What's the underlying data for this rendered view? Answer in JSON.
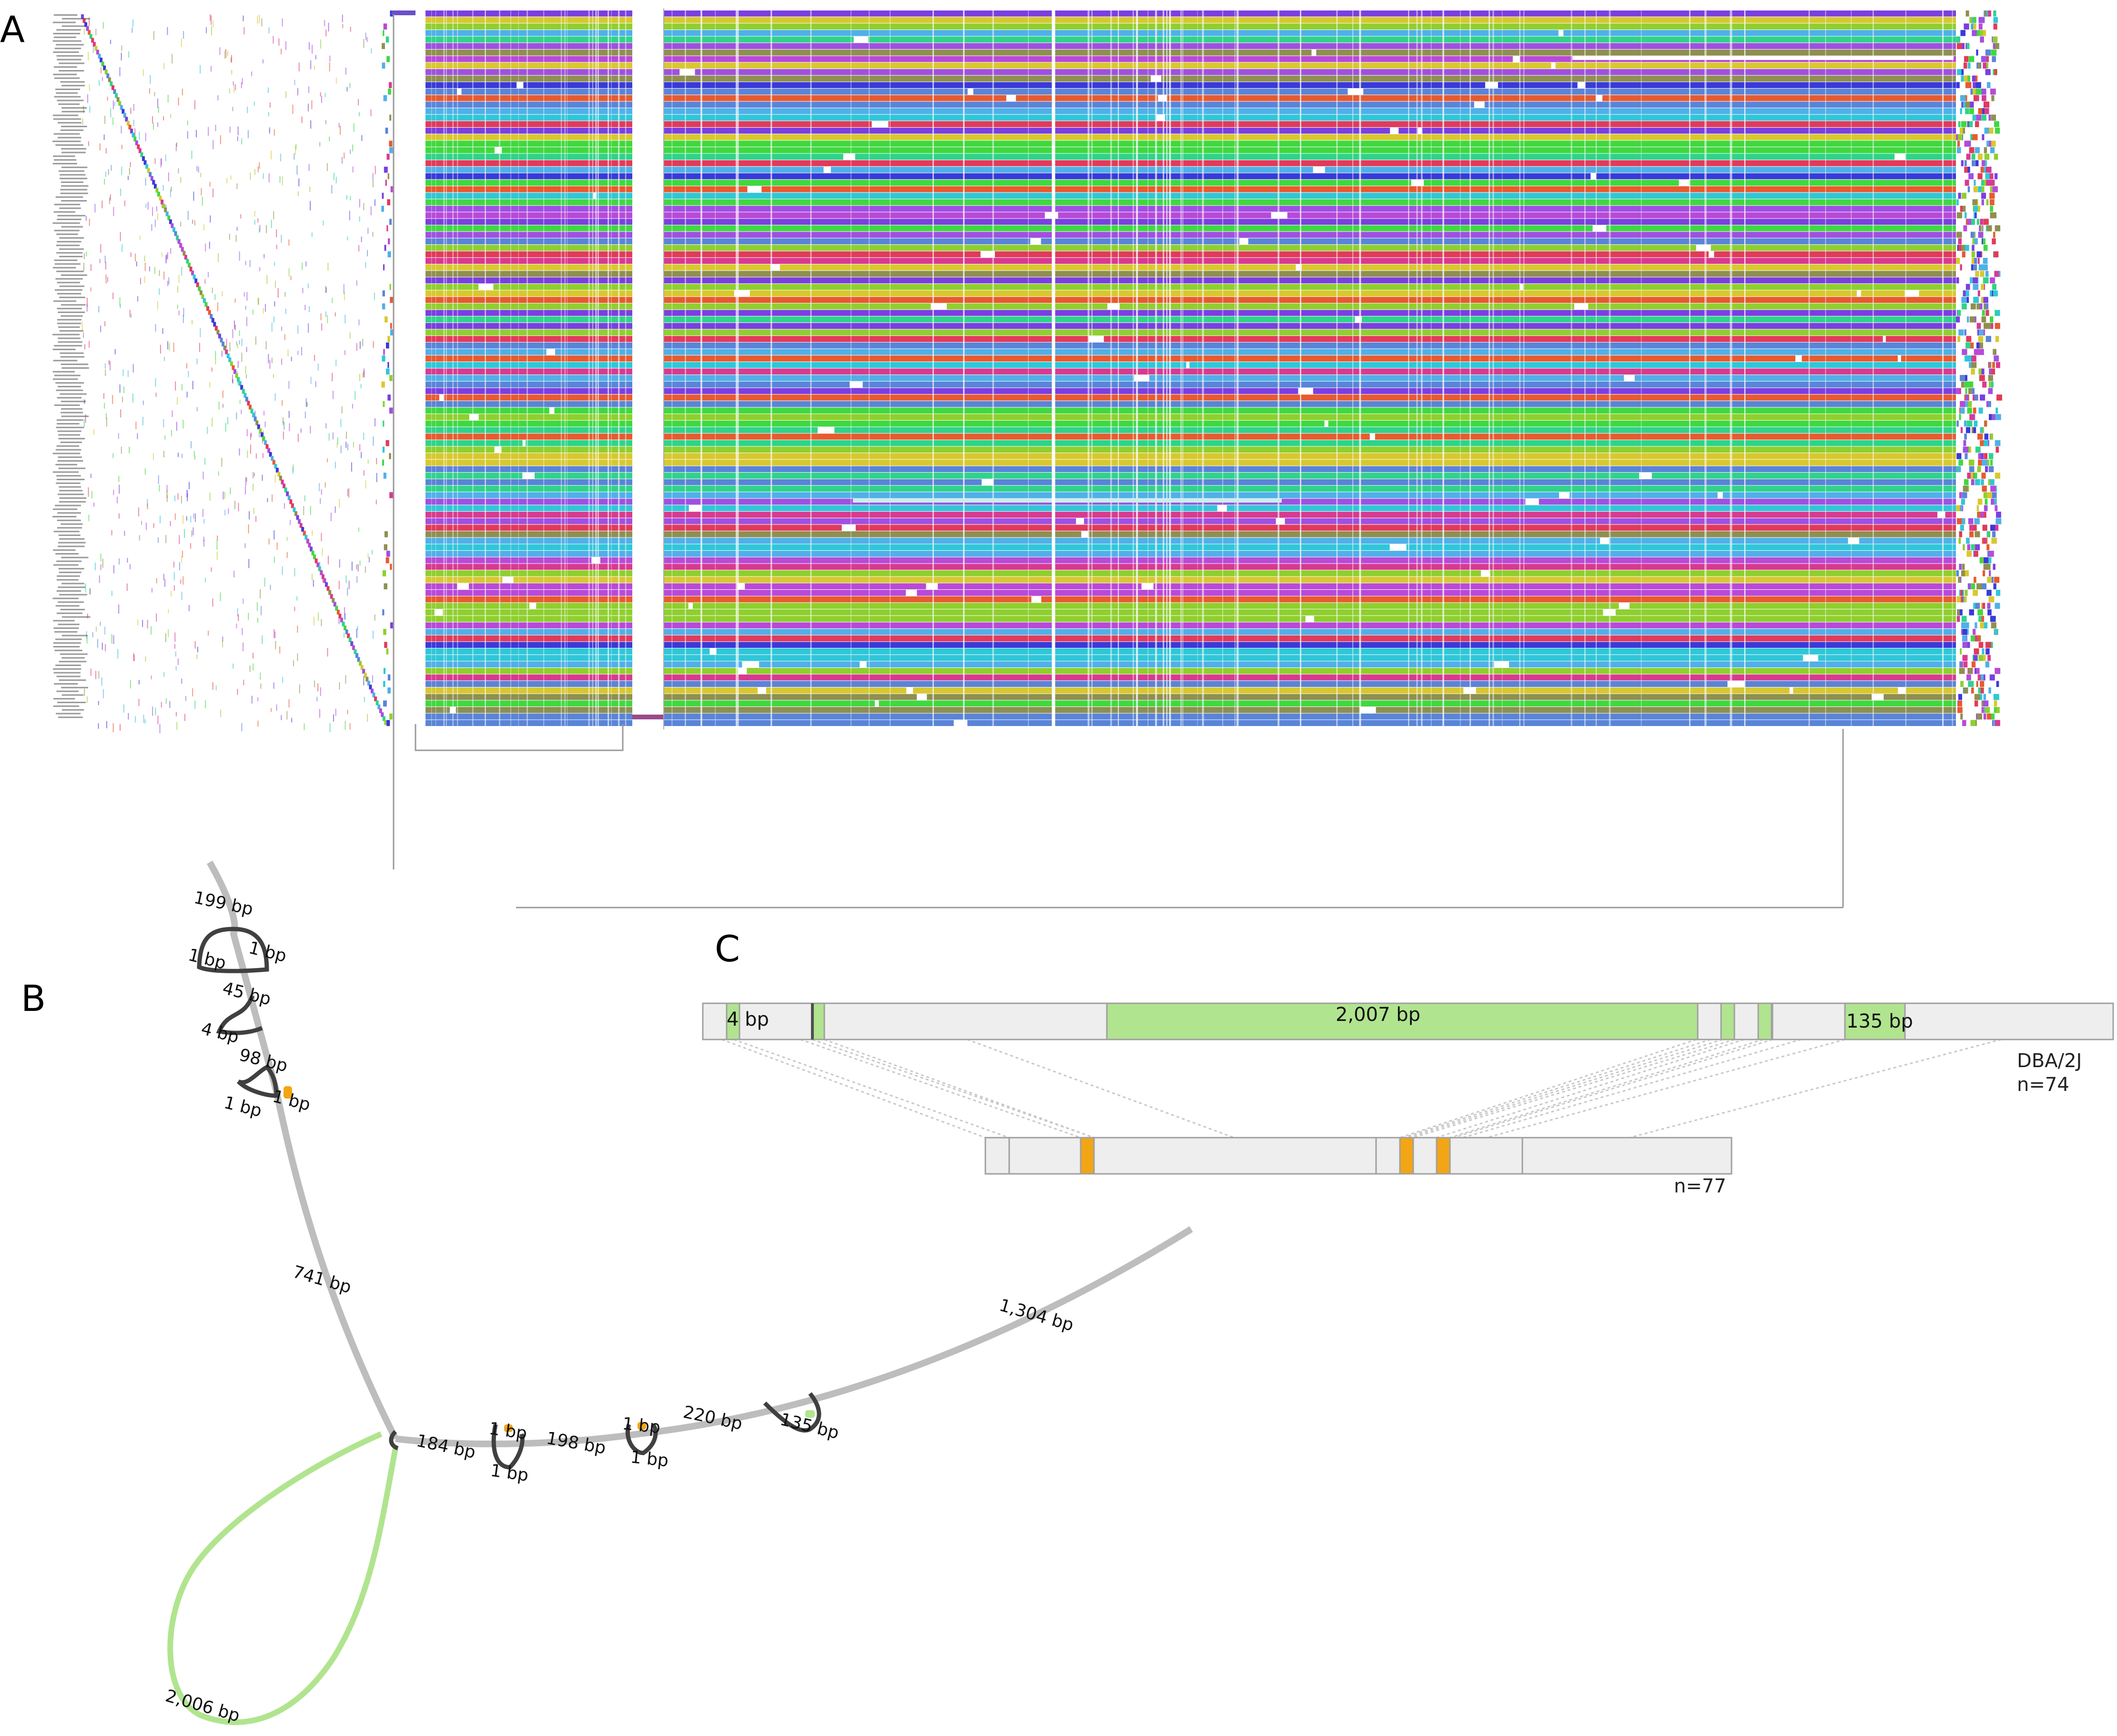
{
  "panels": {
    "a": "A",
    "b": "B",
    "c": "C"
  },
  "colors": {
    "graph_edge": "#bdbdbd",
    "graph_loop": "#b1e48f",
    "bubble": "#404040",
    "highlight": "#f2a515",
    "segment_fill": "#eeeeee",
    "segment_stroke": "#a0a0a0",
    "connector": "#c8c8c8",
    "track_palette": [
      "#7b3fe0",
      "#3a3ad8",
      "#e23a5a",
      "#2fd38a",
      "#8fcf2f",
      "#5a84d8",
      "#b84ad8",
      "#d8c82f",
      "#d83a8f",
      "#2fc7d8",
      "#8f8f50",
      "#e85a2f",
      "#50b0e8",
      "#a050e0",
      "#40d840"
    ]
  },
  "panel_b": {
    "edges": [
      {
        "id": "e199",
        "label": "199 bp"
      },
      {
        "id": "e1a",
        "label": "1 bp"
      },
      {
        "id": "e1b",
        "label": "1 bp"
      },
      {
        "id": "e45",
        "label": "45 bp"
      },
      {
        "id": "e4",
        "label": "4 bp"
      },
      {
        "id": "e98",
        "label": "98 bp"
      },
      {
        "id": "e1c",
        "label": "1 bp"
      },
      {
        "id": "e1d",
        "label": "1 bp"
      },
      {
        "id": "e741",
        "label": "741 bp"
      },
      {
        "id": "e184",
        "label": "184 bp"
      },
      {
        "id": "e1e",
        "label": "1 bp"
      },
      {
        "id": "e1f",
        "label": "1 bp"
      },
      {
        "id": "e198",
        "label": "198 bp"
      },
      {
        "id": "e1g",
        "label": "1 bp"
      },
      {
        "id": "e1h",
        "label": "1 bp"
      },
      {
        "id": "e220",
        "label": "220 bp"
      },
      {
        "id": "e135",
        "label": "135 bp"
      },
      {
        "id": "e1304",
        "label": "1,304 bp"
      },
      {
        "id": "e2006",
        "label": "2,006 bp"
      }
    ]
  },
  "panel_c": {
    "top_track": {
      "strain": "DBA/2J",
      "count": "n=74",
      "labels": [
        "4 bp",
        "2,007 bp",
        "135 bp"
      ]
    },
    "bottom_track": {
      "count": "n=77"
    }
  }
}
